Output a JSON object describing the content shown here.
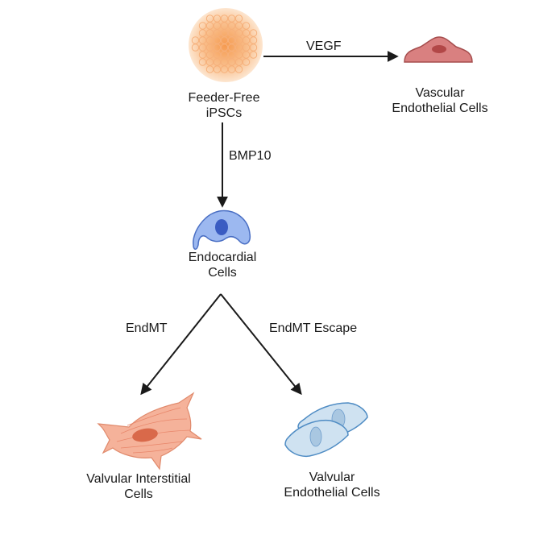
{
  "nodes": {
    "ipsc": {
      "line1": "Feeder-Free",
      "line2": "iPSCs",
      "icon": "ipsc-colony-icon"
    },
    "vascular": {
      "line1": "Vascular",
      "line2": "Endothelial Cells",
      "icon": "vascular-endothelial-cell-icon"
    },
    "endocardial": {
      "line1": "Endocardial",
      "line2": "Cells",
      "icon": "endocardial-cell-icon"
    },
    "vic": {
      "line1": "Valvular Interstitial",
      "line2": "Cells",
      "icon": "valvular-interstitial-cell-icon"
    },
    "vec": {
      "line1": "Valvular",
      "line2": "Endothelial Cells",
      "icon": "valvular-endothelial-cells-icon"
    }
  },
  "edges": {
    "vegf": "VEGF",
    "bmp10": "BMP10",
    "endmt": "EndMT",
    "endmt_escape": "EndMT Escape"
  },
  "colors": {
    "arrow": "#1a1a1a",
    "ipsc_core": "#f5a45c",
    "vascular": "#d98080",
    "endocardial": "#7b9de6",
    "vic": "#f3a58a",
    "vec": "#c9dff0"
  }
}
